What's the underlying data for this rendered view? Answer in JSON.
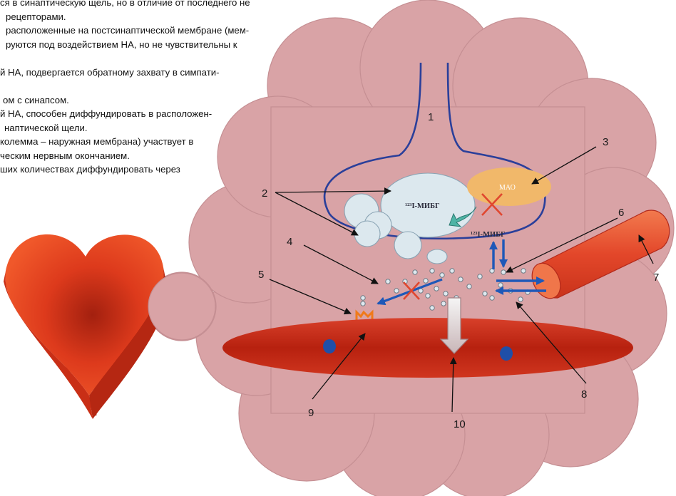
{
  "text_lines": [
    "ся в синаптическую щель, но в отличие от последнего не",
    "рецепторами.",
    "расположенные на постсинаптической мембране (мем-",
    "руются под воздействием НА, но не чувствительны к",
    "",
    "й НА, подвергается обратному захвату в симпати-",
    "",
    "ом с синапсом.",
    "й НА, способен диффундировать в расположен-",
    "наптической щели.",
    "колемма – наружная мембрана) участвует в",
    "ческим нервным окончанием.",
    "ших количествах диффундировать через"
  ],
  "diagram": {
    "numbers": [
      "1",
      "2",
      "3",
      "4",
      "5",
      "6",
      "7",
      "8",
      "9",
      "10"
    ],
    "vesicle_label": "¹²³I-МИБГ",
    "cleft_label": "¹²³I-МИБГ",
    "mao_label": "МАО"
  },
  "colors": {
    "cell": "#d9a3a6",
    "cell_edge": "#c58f93",
    "terminal_line": "#2a3f9a",
    "vesicle": "#dce8ee",
    "mao": "#f1b86a",
    "muscle": "#cc2f1e",
    "heart": "#e13a1f",
    "arrow_blue": "#1e58b8",
    "cross_red": "#e0472f",
    "receptor": "#f07a1a",
    "capillary": "#e5532d"
  }
}
